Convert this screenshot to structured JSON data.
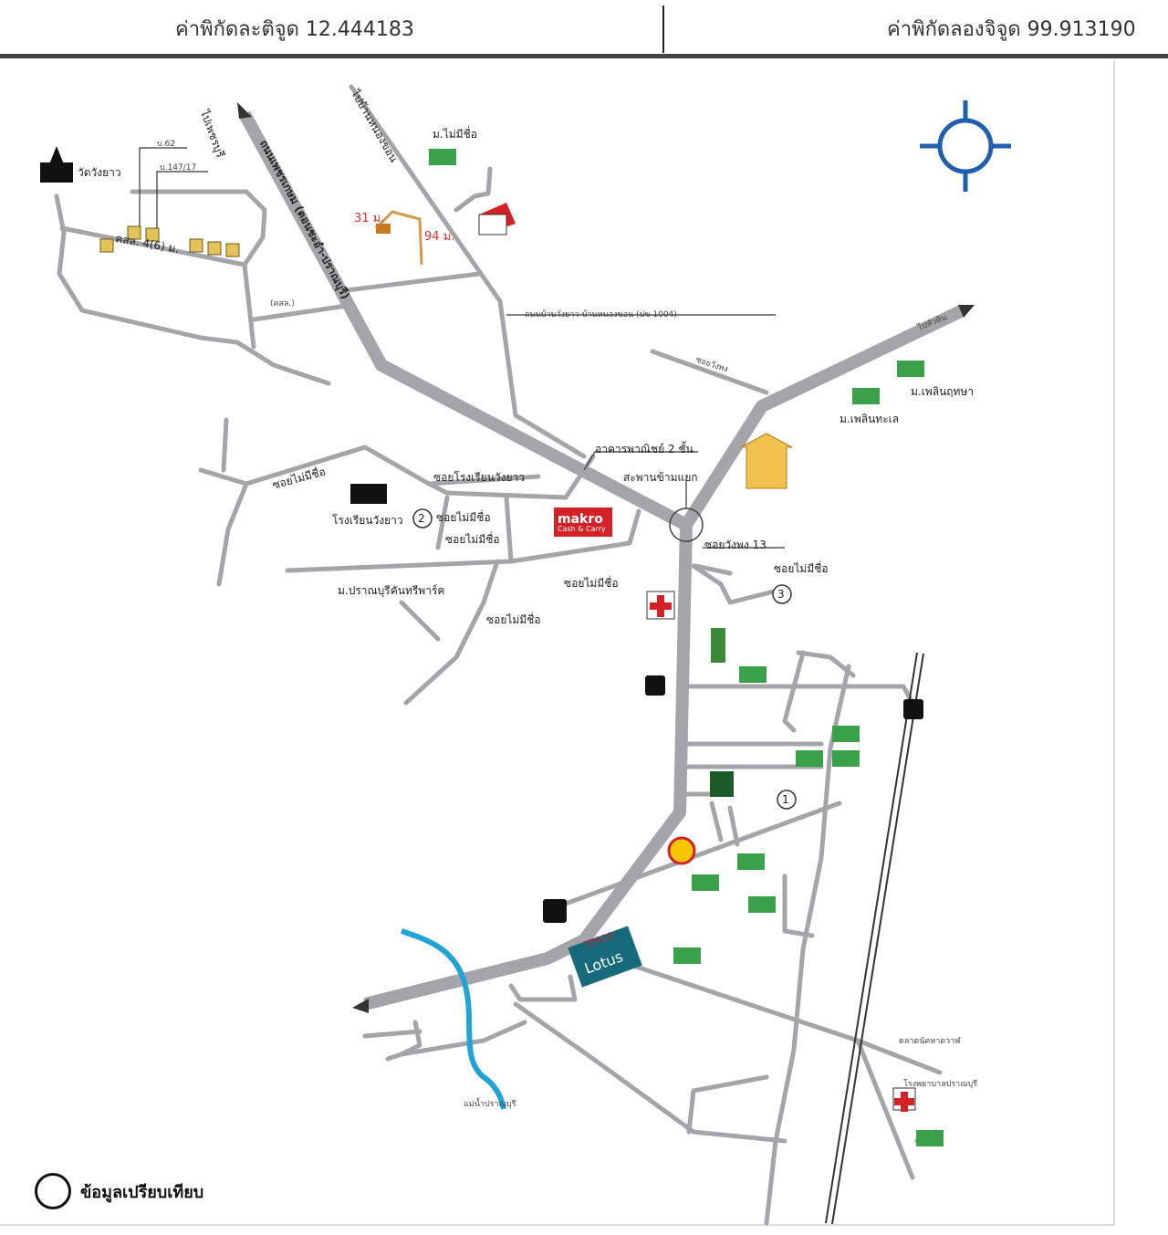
{
  "header": {
    "latitude": "ค่าพิกัดละติจูด 12.444183",
    "longitude": "ค่าพิกัดลองจิจูด 99.913190"
  },
  "map": {
    "roads": {
      "petchkasem": "ถนนเพชรเกษม (ตอนชะอำ-ปราณบุรี)",
      "to_nong_khon": "ไปบ้านหนองขอน",
      "wang_yao_nong_khon": "ถนนบ้านวังยาว-บ้านหนองขอน (ปข 1004)",
      "to_phetchaburi": "ไปเพชรบุรี",
      "to_hua_hin": "ไปหัวหิน",
      "soi_no_name": "ซอยไม่มีชื่อ",
      "soi_school": "ซอยโรงเรียนวังยาว",
      "soi_wang_phong_13": "ซอยวังพง 13",
      "soi_wang_phong": "ซอยวังพง",
      "kor_sor_lor": "(คสล.)",
      "kor_sor_lor_4": "คสล. 4(6) ม."
    },
    "places": {
      "wat_wang_yao": "วัดวังยาว",
      "house_62": "บ.62",
      "house_147": "บ.147/17",
      "village_no_name": "ม.ไม่มีชื่อ",
      "dist_31": "31 ม.",
      "dist_94": "94 ม.",
      "building_2": "อาคารพาณิชย์ 2 ชั้น",
      "bridge": "สะพานข้ามแยก",
      "school": "โรงเรียนวังยาว",
      "pranburi_village": "ม.ปราณบุรีคันทรีพาร์ค",
      "plearn_sea": "ม.เพลินทะเล",
      "plearn_season": "ม.เพลินฤทษา",
      "makro_title": "makro",
      "makro_sub": "Cash & Carry",
      "tesco": "TESCO",
      "lotus": "Lotus",
      "river": "แม่น้ำปราณบุรี",
      "market": "ตลาดนัดหาดวาฬ",
      "hospital": "โรงพยาบาลปราณบุรี"
    },
    "markers": [
      "1",
      "2",
      "3"
    ]
  },
  "legend": {
    "label": "ข้อมูลเปรียบเทียบ"
  },
  "colors": {
    "road": "#a5a4aa",
    "river": "#22a3d6",
    "red": "#d42027",
    "compass": "#1f5fae"
  }
}
